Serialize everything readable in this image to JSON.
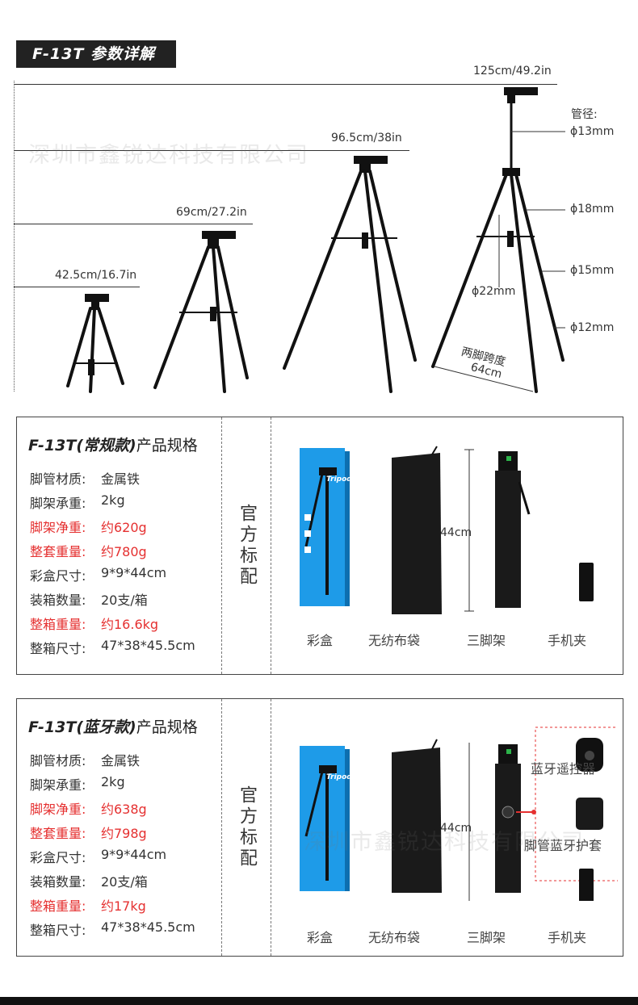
{
  "header": {
    "title": "F-13T  参数详解"
  },
  "watermark": "深圳市鑫锐达科技有限公司",
  "heights": [
    {
      "label": "42.5cm/16.7in"
    },
    {
      "label": "69cm/27.2in"
    },
    {
      "label": "96.5cm/38in"
    },
    {
      "label": "125cm/49.2in"
    }
  ],
  "pipe": {
    "title": "管径:",
    "d13": "ϕ13mm",
    "d18": "ϕ18mm",
    "d15": "ϕ15mm",
    "d12": "ϕ12mm",
    "d22": "ϕ22mm"
  },
  "span": {
    "label": "两脚跨度",
    "value": "64cm"
  },
  "spec1": {
    "title_model": "F-13T(常规款)",
    "title_suffix": "产品规格",
    "rows": [
      {
        "k": "脚管材质:",
        "v": "金属铁"
      },
      {
        "k": "脚架承重:",
        "v": "2kg"
      },
      {
        "k": "脚架净重:",
        "v": "约620g"
      },
      {
        "k": "整套重量:",
        "v": "约780g"
      },
      {
        "k": "彩盒尺寸:",
        "v": "9*9*44cm"
      },
      {
        "k": "装箱数量:",
        "v": "20支/箱"
      },
      {
        "k": "整箱重量:",
        "v": "约16.6kg"
      },
      {
        "k": "整箱尺寸:",
        "v": "47*38*45.5cm"
      }
    ],
    "vertical": "官方标配",
    "items": [
      "彩盒",
      "无纺布袋",
      "三脚架",
      "手机夹"
    ],
    "height": "44cm",
    "box_brand": "Tripod"
  },
  "spec2": {
    "title_model": "F-13T(蓝牙款)",
    "title_suffix": "产品规格",
    "rows": [
      {
        "k": "脚管材质:",
        "v": "金属铁"
      },
      {
        "k": "脚架承重:",
        "v": "2kg"
      },
      {
        "k": "脚架净重:",
        "v": "约638g"
      },
      {
        "k": "整套重量:",
        "v": "约798g"
      },
      {
        "k": "彩盒尺寸:",
        "v": "9*9*44cm"
      },
      {
        "k": "装箱数量:",
        "v": "20支/箱"
      },
      {
        "k": "整箱重量:",
        "v": "约17kg"
      },
      {
        "k": "整箱尺寸:",
        "v": "47*38*45.5cm"
      }
    ],
    "vertical": "官方标配",
    "items": [
      "彩盒",
      "无纺布袋",
      "三脚架",
      "手机夹"
    ],
    "extras": [
      "蓝牙遥控器",
      "脚管蓝牙护套"
    ],
    "height": "44cm",
    "box_brand": "Tripod"
  },
  "colors": {
    "accent_red": "#e53030",
    "box_blue": "#1e9be8",
    "dark": "#222222"
  }
}
